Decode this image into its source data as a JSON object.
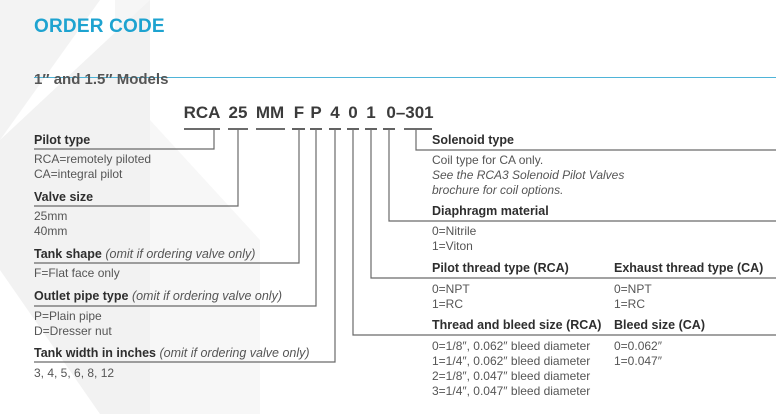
{
  "header": {
    "title": "ORDER CODE",
    "subtitle": "1″ and 1.5″ Models"
  },
  "colors": {
    "accent": "#1ea3d0",
    "text": "#4a4a4a",
    "line": "#555555"
  },
  "code": {
    "segments": [
      "RCA",
      "25",
      "MM",
      "F",
      "P",
      "4",
      "0",
      "1",
      "0–301"
    ]
  },
  "left_fields": [
    {
      "label": "Pilot type",
      "note": "",
      "options": [
        "RCA=remotely piloted",
        "CA=integral pilot"
      ]
    },
    {
      "label": "Valve size",
      "note": "",
      "options": [
        "25mm",
        "40mm"
      ]
    },
    {
      "label": "Tank shape",
      "note": "(omit if ordering valve only)",
      "options": [
        "F=Flat face only"
      ]
    },
    {
      "label": "Outlet pipe type",
      "note": "(omit if ordering valve only)",
      "options": [
        "P=Plain pipe",
        "D=Dresser nut"
      ]
    },
    {
      "label": "Tank width in inches",
      "note": "(omit if ordering valve only)",
      "options": [
        "3, 4, 5, 6, 8, 12"
      ]
    }
  ],
  "right_fields": {
    "solenoid": {
      "label": "Solenoid type",
      "line1": "Coil type for CA only.",
      "line2": "See the RCA3 Solenoid Pilot Valves",
      "line3": "brochure for coil options."
    },
    "diaphragm": {
      "label": "Diaphragm material",
      "options": [
        "0=Nitrile",
        "1=Viton"
      ]
    },
    "pilot_thread": {
      "label": "Pilot thread type (RCA)",
      "options": [
        "0=NPT",
        "1=RC"
      ]
    },
    "exhaust_thread": {
      "label": "Exhaust thread type (CA)",
      "options": [
        "0=NPT",
        "1=RC"
      ]
    },
    "thread_bleed": {
      "label": "Thread and bleed size (RCA)",
      "options": [
        "0=1/8″, 0.062″ bleed diameter",
        "1=1/4″, 0.062″ bleed diameter",
        "2=1/8″, 0.047″ bleed diameter",
        "3=1/4″, 0.047″ bleed diameter"
      ]
    },
    "bleed_size": {
      "label": "Bleed size (CA)",
      "options": [
        "0=0.062″",
        "1=0.047″"
      ]
    }
  }
}
